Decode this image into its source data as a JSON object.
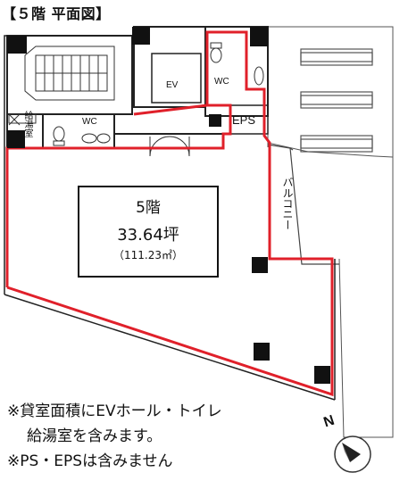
{
  "title": "【５階 平面図】",
  "rooms": {
    "ev": "EV",
    "wc_upper": "WC",
    "wc_lower": "WC",
    "eps": "EPS",
    "kyutoshitsu": "給湯室",
    "balcony": "バルコニー"
  },
  "area": {
    "floor": "5階",
    "tsubo": "33.64坪",
    "sqm": "（111.23㎡）"
  },
  "notes": {
    "line1": "※貸室面積にEVホール・トイレ",
    "line2": "給湯室を含みます。",
    "line3": "※PS・EPSは含みません"
  },
  "compass": {
    "label": "N"
  }
}
